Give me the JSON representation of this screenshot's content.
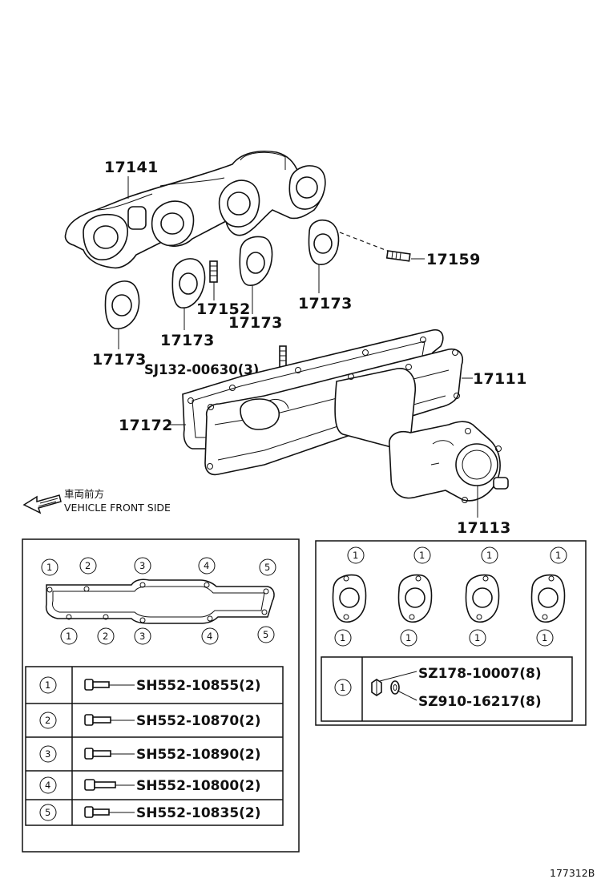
{
  "labels": {
    "p17141": "17141",
    "p17159": "17159",
    "p17173_a": "17173",
    "p17173_b": "17173",
    "p17173_c": "17173",
    "p17173_d": "17173",
    "p17152": "17152",
    "sj_stud": "SJ132-00630(3)",
    "p17111": "17111",
    "p17172": "17172",
    "p17113": "17113"
  },
  "front": {
    "jp": "車両前方",
    "en": "VEHICLE FRONT SIDE"
  },
  "bolt_box": {
    "top_markers": [
      "1",
      "2",
      "3",
      "4",
      "5"
    ],
    "bottom_markers": [
      "1",
      "2",
      "3",
      "4",
      "5"
    ],
    "rows": [
      {
        "marker": "1",
        "part": "SH552-10855(2)"
      },
      {
        "marker": "2",
        "part": "SH552-10870(2)"
      },
      {
        "marker": "3",
        "part": "SH552-10890(2)"
      },
      {
        "marker": "4",
        "part": "SH552-10800(2)"
      },
      {
        "marker": "5",
        "part": "SH552-10835(2)"
      }
    ]
  },
  "nut_box": {
    "top_markers": [
      "1",
      "1",
      "1",
      "1"
    ],
    "bottom_markers": [
      "1",
      "1",
      "1",
      "1"
    ],
    "row": {
      "marker": "1",
      "nut": "SZ178-10007(8)",
      "washer": "SZ910-16217(8)"
    }
  },
  "figure_id": "177312B"
}
